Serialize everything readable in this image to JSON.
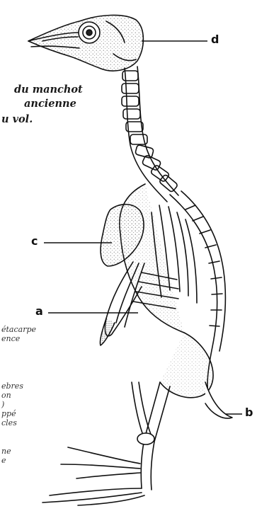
{
  "caption": {
    "lines": [
      "du manchot",
      "ancienne",
      "u vol."
    ]
  },
  "legend": {
    "lines": [
      "étacarpe",
      "ence",
      "",
      "ebres",
      "on",
      ")",
      "ppé",
      "cles",
      "",
      "ne",
      "e"
    ]
  },
  "labels": {
    "a": "a",
    "b": "b",
    "c": "c",
    "d": "d"
  }
}
